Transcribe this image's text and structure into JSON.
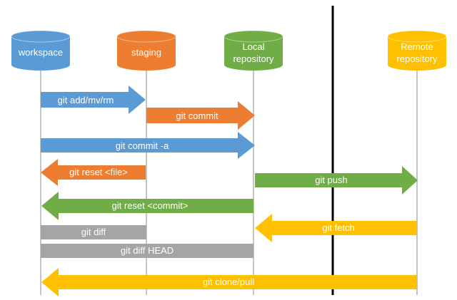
{
  "colors": {
    "workspace": "#5b9bd5",
    "staging": "#ed7d31",
    "local": "#70ad47",
    "remote": "#ffc000",
    "gray": "#a5a5a5",
    "lifeline": "#b4b4b4",
    "divider": "#000000"
  },
  "nodes": {
    "workspace": "workspace",
    "staging": "staging",
    "local_line1": "Local",
    "local_line2": "repository",
    "remote_line1": "Remote",
    "remote_line2": "repository"
  },
  "commands": {
    "add": "git add/mv/rm",
    "commit": "git commit",
    "commit_a": "git commit -a",
    "reset_file": "git reset <file>",
    "push": "git push",
    "reset_commit": "git reset <commit>",
    "fetch": "git fetch",
    "diff": "git diff",
    "diff_head": "git diff HEAD",
    "clone_pull": "git clone/pull"
  }
}
